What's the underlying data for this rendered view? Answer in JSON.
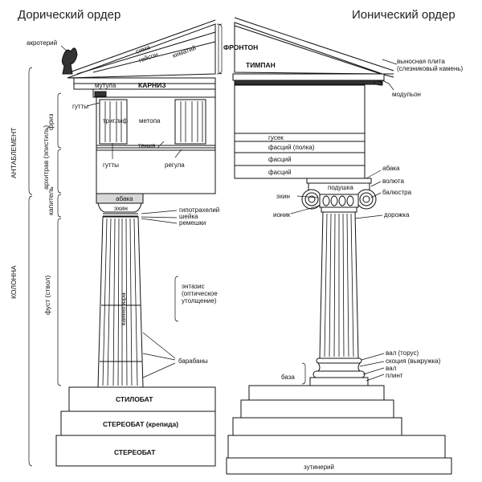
{
  "titles": {
    "doric": "Дорический ордер",
    "ionic": "Ионический ордер"
  },
  "doric": {
    "akroterion": "акротерий",
    "sima": "сима",
    "geison": "гейсон",
    "kymatiy": "киматий",
    "mutula": "мутула",
    "karniz": "КАРНИЗ",
    "gutty_top": "гутты",
    "triglyph": "триглиф",
    "metope": "метопа",
    "tenia": "тения",
    "gutty_bottom": "гутты",
    "regula": "регула",
    "abaka": "абака",
    "ekhin": "эхин",
    "gipotrakheliy": "гипотрахелий",
    "sheyka": "шейка",
    "remeshki": "ремешки",
    "kannelyura": "каннелюра",
    "entazis": "энтазис (оптическое утолщение)",
    "barabany": "барабаны",
    "stilobat": "СТИЛОБАТ",
    "stereobat_krepida": "СТЕРЕОБАТ (крепида)",
    "stereobat": "СТЕРЕОБАТ",
    "side_antablement": "АНТАБЛЕМЕНТ",
    "side_friz": "фриз",
    "side_arkhitrav": "архитрав (эпистиль)",
    "side_kapitel": "капитель",
    "side_kolonna": "КОЛОННА",
    "side_fust": "фуст (ствол)"
  },
  "ionic": {
    "fronton": "ФРОНТОН",
    "timpan": "ТИМПАН",
    "vynosnaya": "выносная плита (слезниковый камень)",
    "modulon": "модульон",
    "gusek": "гусек",
    "fastsiy_polka": "фасций (полка)",
    "fastsiy_1": "фасций",
    "fastsiy_2": "фасций",
    "abaka": "абака",
    "podushka": "подушка",
    "voluta": "волюта",
    "balyustra": "балюстра",
    "ekhin": "эхин",
    "ionik": "ионик",
    "dorozhka": "дорожка",
    "val_torus": "вал (торус)",
    "skotsiya": "скоция (выкружка)",
    "val": "вал",
    "plint": "плинт",
    "baza": "база",
    "zutineriy": "зутинерий"
  }
}
